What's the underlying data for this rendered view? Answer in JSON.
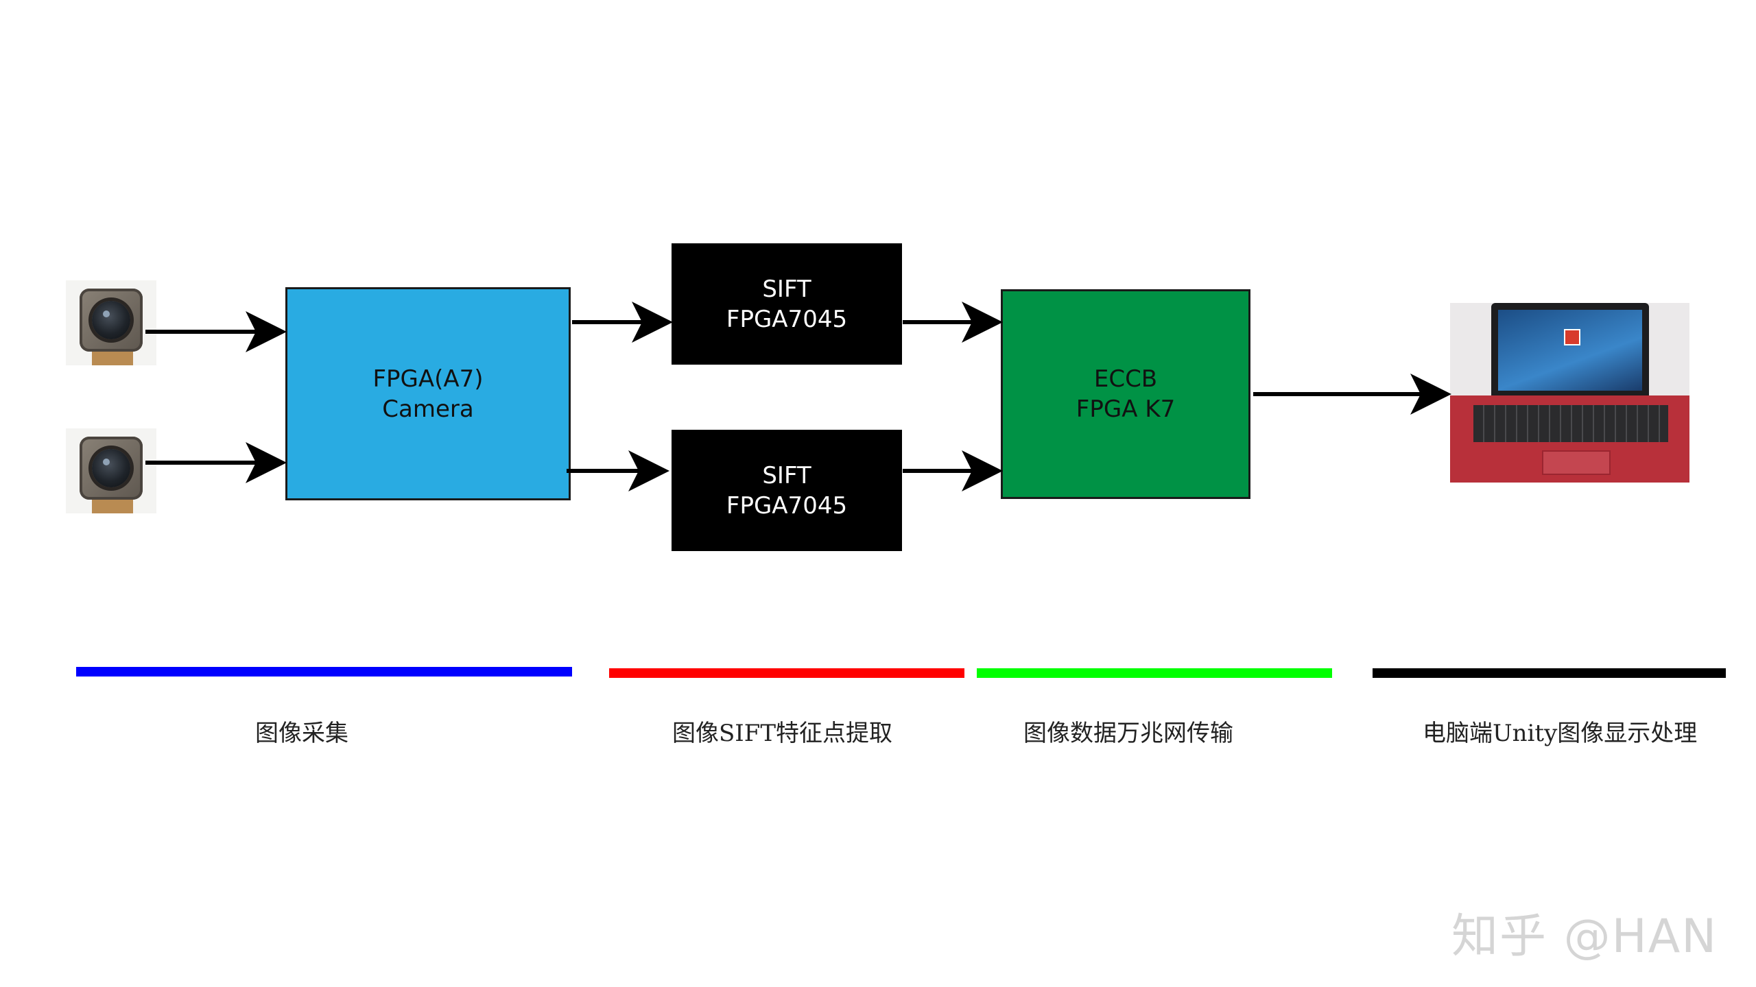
{
  "blocks": {
    "fpga_camera": {
      "line1": "FPGA(A7)",
      "line2": "Camera",
      "color": "#29abe2"
    },
    "sift_top": {
      "line1": "SIFT",
      "line2": "FPGA7045",
      "color": "#000000"
    },
    "sift_bottom": {
      "line1": "SIFT",
      "line2": "FPGA7045",
      "color": "#000000"
    },
    "eccb": {
      "line1": "ECCB",
      "line2": "FPGA K7",
      "color": "#009245"
    }
  },
  "stages": [
    {
      "label": "图像采集",
      "color": "#0000ff"
    },
    {
      "label": "图像SIFT特征点提取",
      "color": "#ff0000"
    },
    {
      "label": "图像数据万兆网传输",
      "color": "#00ff00"
    },
    {
      "label": "电脑端Unity图像显示处理",
      "color": "#000000"
    }
  ],
  "watermark": "知乎 @HAN"
}
